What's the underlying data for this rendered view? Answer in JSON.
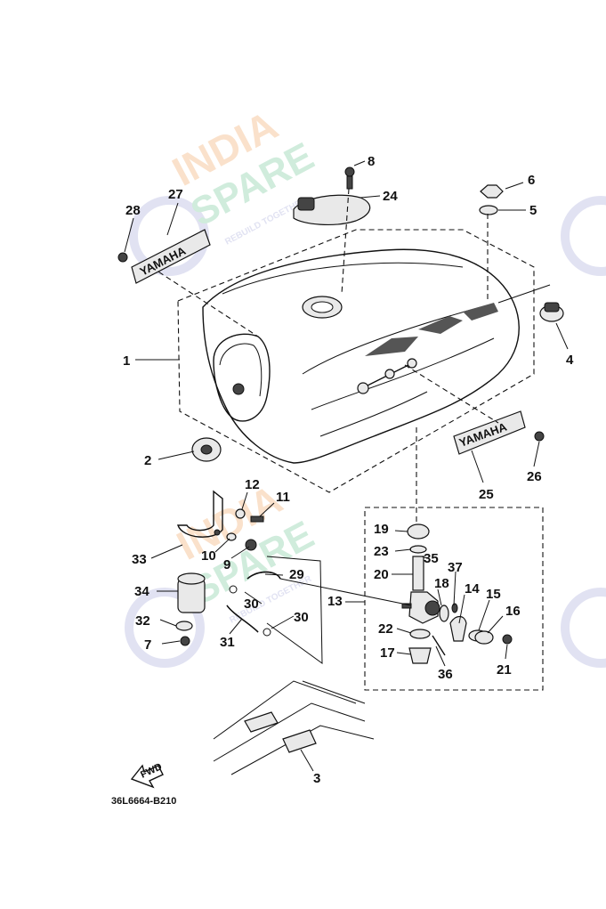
{
  "diagram": {
    "code": "36L6664-B210",
    "fwd_label": "FWD",
    "emblem_left_text": "YAMAHA",
    "emblem_right_text": "YAMAHA",
    "watermark": {
      "line1": "INDIA",
      "line2": "SPARE",
      "tagline": "REBUILD TOGETHER",
      "colors": {
        "india": "#f6c9a0",
        "spare": "#a9dcc0",
        "circle": "#c9cbe8"
      }
    },
    "callouts": [
      "1",
      "2",
      "3",
      "4",
      "5",
      "6",
      "7",
      "8",
      "9",
      "10",
      "11",
      "12",
      "13",
      "14",
      "15",
      "16",
      "17",
      "18",
      "19",
      "20",
      "21",
      "22",
      "23",
      "24",
      "25",
      "26",
      "27",
      "28",
      "29",
      "30",
      "30",
      "31",
      "32",
      "33",
      "34",
      "35",
      "36",
      "37"
    ]
  }
}
